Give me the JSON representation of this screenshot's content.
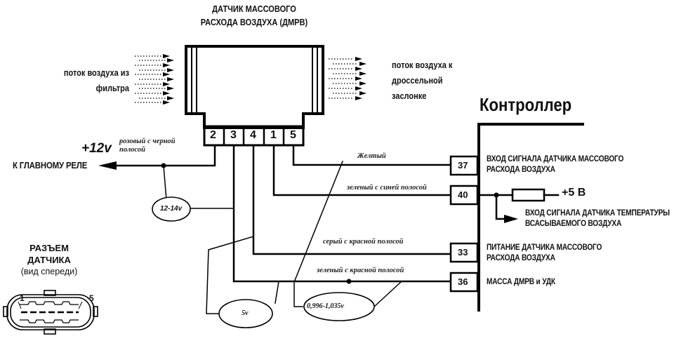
{
  "sensor": {
    "title_line1": "ДАТЧИК МАССОВОГО",
    "title_line2": "РАСХОДА ВОЗДУХА (ДМРВ)",
    "pins": [
      "2",
      "3",
      "4",
      "1",
      "5"
    ]
  },
  "airflow": {
    "in_line1": "поток воздуха из",
    "in_line2": "фильтра",
    "out_line1": "поток воздуха к",
    "out_line2": "дроссельной",
    "out_line3": "заслонке"
  },
  "relay": {
    "voltage": "+12v",
    "wire_color_line1": "розовый с черной",
    "wire_color_line2": "полосой",
    "label": "К ГЛАВНОМУ РЕЛЕ"
  },
  "wires": {
    "pin5": "Желтый",
    "pin1": "зеленый с синей полосой",
    "pin4": "серый с красной полосой",
    "pin3": "зеленый с красной полосой"
  },
  "measurements": {
    "relay_voltage": "12-14v",
    "supply_voltage": "5v",
    "signal_voltage": "0,996-1,035v"
  },
  "controller": {
    "title": "Контроллер",
    "pins": [
      {
        "num": "37",
        "line1": "ВХОД СИГНАЛА ДАТЧИКА МАССОВОГО",
        "line2": "РАСХОДА ВОЗДУХА"
      },
      {
        "num": "40",
        "line1": "",
        "line2": ""
      },
      {
        "num": "33",
        "line1": "ПИТАНИЕ ДАТЧИКА МАССОВОГО",
        "line2": "РАСХОДА ВОЗДУХА"
      },
      {
        "num": "36",
        "line1": "МАССА ДМРВ и УДК",
        "line2": ""
      }
    ],
    "plus5": "+5 В",
    "temp_line1": "ВХОД СИГНАЛА ДАТЧИКА ТЕМПЕРАТУРЫ",
    "temp_line2": "ВСАСЫВАЕМОГО ВОЗДУХА"
  },
  "connector": {
    "line1": "РАЗЪЕМ",
    "line2": "ДАТЧИКА",
    "line3": "(вид спереди)",
    "pin_first": "1",
    "pin_last": "5"
  }
}
